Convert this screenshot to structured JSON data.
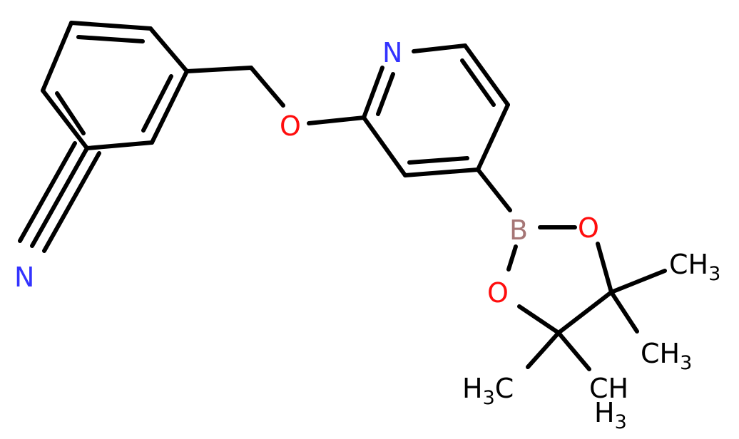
{
  "colors": {
    "bond": "#000000",
    "nitrogen": "#3333ff",
    "oxygen": "#ff0d0d",
    "boron": "#a67676",
    "carbon": "#000000"
  },
  "atoms": {
    "n_nitrile": "N",
    "n_pyridine": "N",
    "o_ether": "O",
    "b": "B",
    "o_right": "O",
    "o_left": "O"
  },
  "methyls": {
    "ch3_a": {
      "main": "CH",
      "sub": "3"
    },
    "ch3_b": {
      "main": "CH",
      "sub": "3"
    },
    "h3c_c": {
      "pre": "H",
      "sub": "3",
      "post": "C"
    },
    "ch3_d": {
      "main": "CH",
      "sub": "3"
    }
  }
}
